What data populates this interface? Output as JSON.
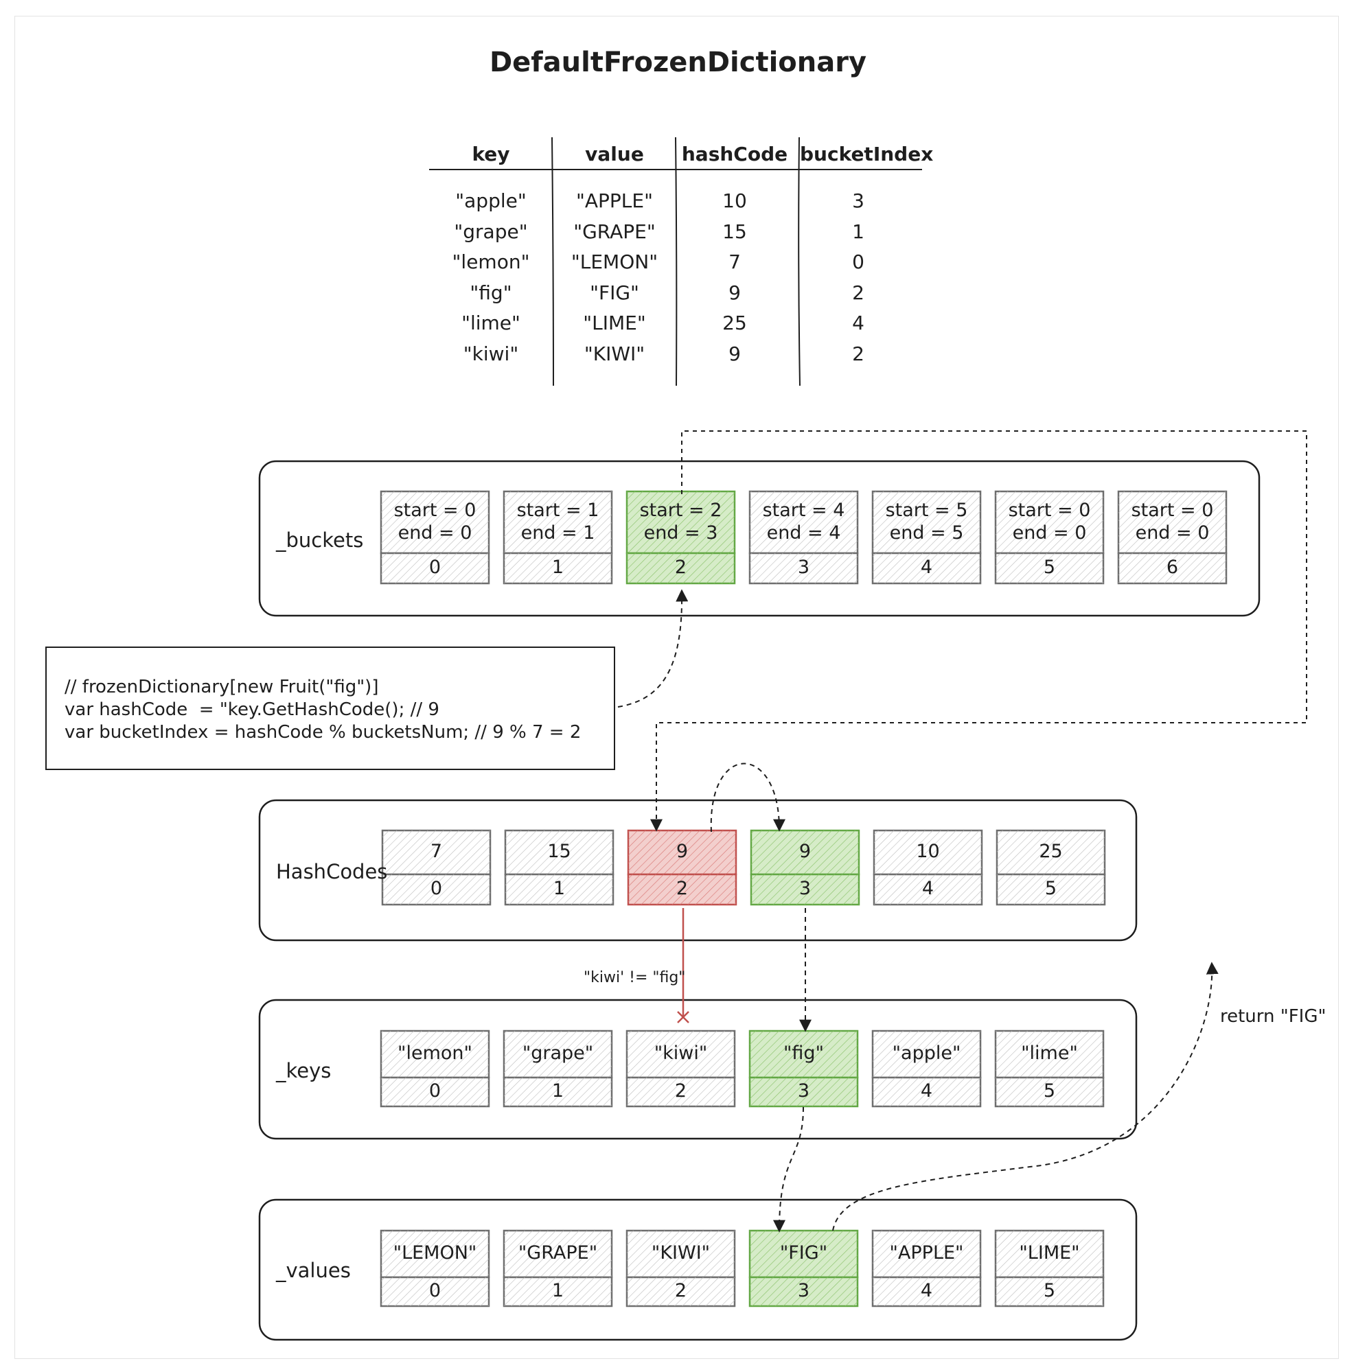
{
  "title": "DefaultFrozenDictionary",
  "table": {
    "headers": [
      "key",
      "value",
      "hashCode",
      "bucketIndex"
    ],
    "rows": [
      [
        "\"apple\"",
        "\"APPLE\"",
        "10",
        "3"
      ],
      [
        "\"grape\"",
        "\"GRAPE\"",
        "15",
        "1"
      ],
      [
        "\"lemon\"",
        "\"LEMON\"",
        "7",
        "0"
      ],
      [
        "\"fig\"",
        "\"FIG\"",
        "9",
        "2"
      ],
      [
        "\"lime\"",
        "\"LIME\"",
        "25",
        "4"
      ],
      [
        "\"kiwi\"",
        "\"KIWI\"",
        "9",
        "2"
      ]
    ]
  },
  "buckets": {
    "label": "_buckets",
    "cells": [
      {
        "start": "start = 0",
        "end": "end = 0",
        "index": "0"
      },
      {
        "start": "start = 1",
        "end": "end = 1",
        "index": "1"
      },
      {
        "start": "start = 2",
        "end": "end = 3",
        "index": "2"
      },
      {
        "start": "start = 4",
        "end": "end = 4",
        "index": "3"
      },
      {
        "start": "start = 5",
        "end": "end = 5",
        "index": "4"
      },
      {
        "start": "start = 0",
        "end": "end = 0",
        "index": "5"
      },
      {
        "start": "start = 0",
        "end": "end = 0",
        "index": "6"
      }
    ]
  },
  "code": {
    "lines": [
      "// frozenDictionary[new Fruit(\"fig\")]",
      "var hashCode  = \"key.GetHashCode(); // 9",
      "var bucketIndex = hashCode % bucketsNum; // 9 % 7 = 2"
    ]
  },
  "hashcodes": {
    "label": "HashCodes",
    "cells": [
      {
        "value": "7",
        "index": "0"
      },
      {
        "value": "15",
        "index": "1"
      },
      {
        "value": "9",
        "index": "2"
      },
      {
        "value": "9",
        "index": "3"
      },
      {
        "value": "10",
        "index": "4"
      },
      {
        "value": "25",
        "index": "5"
      }
    ]
  },
  "keys": {
    "label": "_keys",
    "cells": [
      {
        "value": "\"lemon\"",
        "index": "0"
      },
      {
        "value": "\"grape\"",
        "index": "1"
      },
      {
        "value": "\"kiwi\"",
        "index": "2"
      },
      {
        "value": "\"fig\"",
        "index": "3"
      },
      {
        "value": "\"apple\"",
        "index": "4"
      },
      {
        "value": "\"lime\"",
        "index": "5"
      }
    ]
  },
  "values": {
    "label": "_values",
    "cells": [
      {
        "value": "\"LEMON\"",
        "index": "0"
      },
      {
        "value": "\"GRAPE\"",
        "index": "1"
      },
      {
        "value": "\"KIWI\"",
        "index": "2"
      },
      {
        "value": "\"FIG\"",
        "index": "3"
      },
      {
        "value": "\"APPLE\"",
        "index": "4"
      },
      {
        "value": "\"LIME\"",
        "index": "5"
      }
    ]
  },
  "annotations": {
    "mismatch": "\"kiwi' != \"fig\"",
    "result": "return \"FIG\""
  },
  "colors": {
    "highlight_green": "#62a744",
    "highlight_green_fill": "#d6ecc8",
    "highlight_red": "#c0504d",
    "highlight_red_fill": "#f3cfcd",
    "cell_stroke": "#6e6e6e"
  }
}
